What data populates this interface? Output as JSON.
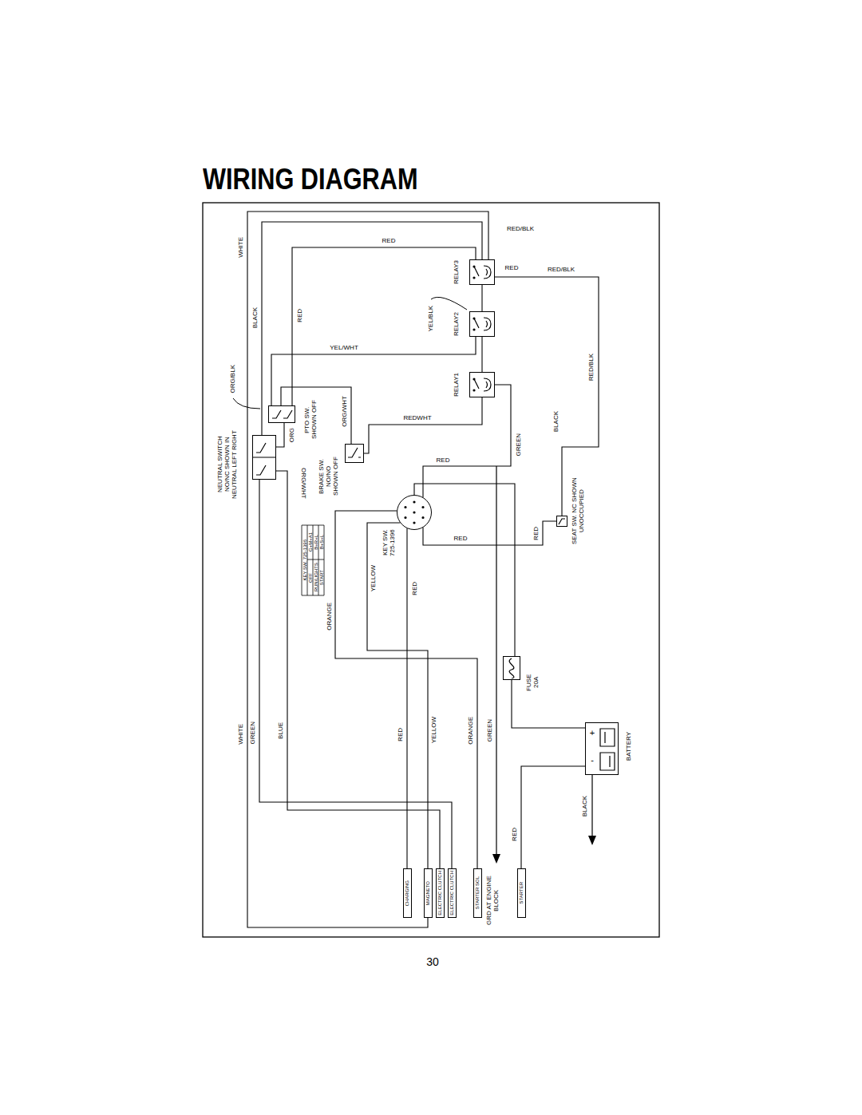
{
  "diagram": {
    "title": "WIRING DIAGRAM",
    "nodes": [
      {
        "text": [
          "RELAY3"
        ]
      },
      {
        "text": [
          "RELAY2"
        ]
      },
      {
        "text": [
          "RELAY1"
        ]
      },
      {
        "text": [
          "PTO SW. SHOWN OFF"
        ]
      },
      {
        "text": [
          "NEUTRAL SWITCH NO/NC SHOWN IN NEUTRAL LEFT RIGHT"
        ]
      },
      {
        "text": [
          "BRAKE SW. NO/NO SHOWN OFF"
        ]
      },
      {
        "text": [
          "KEY SW. 725-1396"
        ]
      },
      {
        "text": [
          "SEAT SW. NC SHOWN UNOCCUPIED"
        ]
      },
      {
        "text": [
          "FUSE 20A"
        ]
      },
      {
        "text": [
          "BATTERY"
        ]
      },
      {
        "text": [
          "CHARGING"
        ]
      },
      {
        "text": [
          "MAGNETO"
        ]
      },
      {
        "text": [
          "ELECTRIC CLUTCH"
        ]
      },
      {
        "text": [
          "ELECTRIC CLUTCH"
        ]
      },
      {
        "text": [
          "STARTER SOL"
        ]
      },
      {
        "text": [
          "STARTER"
        ]
      }
    ],
    "edges": [
      {
        "from": 7,
        "to": 0,
        "arrow": "none",
        "label": "RED/BLK"
      },
      {
        "from": 9,
        "to": 8,
        "arrow": "none"
      },
      {
        "from": 8,
        "to": 6,
        "arrow": "none"
      },
      {
        "from": 9,
        "to": 15,
        "arrow": "none",
        "label": "RED"
      },
      {
        "from": 6,
        "to": 7,
        "arrow": "none",
        "label": "RED"
      },
      {
        "from": 6,
        "to": 10,
        "arrow": "none",
        "label": "RED"
      },
      {
        "from": 6,
        "to": 11,
        "arrow": "none",
        "label": "YELLOW"
      },
      {
        "from": 6,
        "to": 14,
        "arrow": "none",
        "label": "ORANGE"
      },
      {
        "from": 6,
        "to": 2,
        "arrow": "none",
        "label": "RED"
      },
      {
        "from": 5,
        "to": 2,
        "arrow": "none",
        "label": "REDWHT"
      },
      {
        "from": 3,
        "to": 5,
        "arrow": "none",
        "label": "ORG/WHT"
      },
      {
        "from": 4,
        "to": 3,
        "arrow": "none",
        "label": "ORG"
      },
      {
        "from": 0,
        "to": 3,
        "arrow": "none",
        "label": "RED"
      },
      {
        "from": 4,
        "to": 12,
        "arrow": "none",
        "label": "BLUE"
      },
      {
        "from": 4,
        "to": 13,
        "arrow": "none",
        "label": "GREEN"
      },
      {
        "from": 0,
        "to": 11,
        "arrow": "none",
        "label": "WHITE"
      },
      {
        "from": 0,
        "to": 4,
        "arrow": "none",
        "label": "BLACK"
      },
      {
        "from": 2,
        "to": 1,
        "arrow": "none"
      },
      {
        "from": 1,
        "to": 0,
        "arrow": "none"
      },
      {
        "from": 1,
        "to": 3,
        "arrow": "none",
        "label": "YEL/WHT"
      }
    ],
    "labels": [
      "RED/BLK",
      "WHITE",
      "RED",
      "YEL/BLK",
      "RED",
      "RED/BLK",
      "ORG/BLK",
      "BLACK",
      "GREEN",
      "ORG/WHT",
      "RED",
      "KEY SW. 725-1396",
      "OFF",
      "G+M+A1",
      "RUN/LIGHTS",
      "B+R+L",
      "START",
      "B+S+L",
      "YELLOW",
      "RED",
      "ORANGE",
      "GREEN",
      "+",
      "-",
      "BLACK",
      "GRD AT ENGINE BLOCK",
      "30"
    ]
  }
}
